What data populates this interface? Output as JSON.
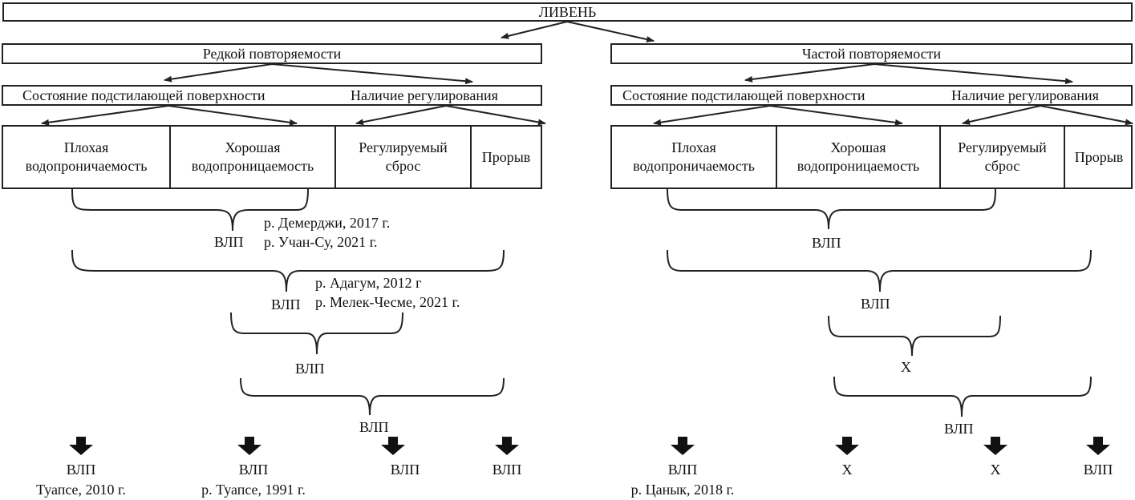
{
  "root": "ЛИВЕНЬ",
  "left": {
    "category": "Редкой повторяемости",
    "factor_surface": "Состояние подстилающей поверхности",
    "factor_regulation": "Наличие регулирования",
    "cells": {
      "bad": [
        "Плохая",
        "водопроничаемость"
      ],
      "good": [
        "Хорошая",
        "водопроницаемость"
      ],
      "regulated": [
        "Регулируемый",
        "сброс"
      ],
      "breach": "Прорыв"
    },
    "branches": [
      {
        "result": "ВЛП",
        "examples": [
          "р. Демерджи, 2017 г.",
          "р. Учан-Су, 2021 г."
        ]
      },
      {
        "result": "ВЛП",
        "examples": [
          "р. Адагум, 2012 г",
          "р. Мелек-Чесме, 2021 г."
        ]
      },
      {
        "result": "ВЛП"
      },
      {
        "result": "ВЛП"
      }
    ],
    "outcomes": [
      {
        "result": "ВЛП",
        "example": "Туапсе, 2010 г."
      },
      {
        "result": "ВЛП",
        "example": "р. Туапсе, 1991 г."
      },
      {
        "result": "ВЛП"
      },
      {
        "result": "ВЛП"
      }
    ]
  },
  "right": {
    "category": "Частой повторяемости",
    "factor_surface": "Состояние подстилающей поверхности",
    "factor_regulation": "Наличие регулирования",
    "cells": {
      "bad": [
        "Плохая",
        "водопроничаемость"
      ],
      "good": [
        "Хорошая",
        "водопроницаемость"
      ],
      "regulated": [
        "Регулируемый",
        "сброс"
      ],
      "breach": "Прорыв"
    },
    "branches": [
      {
        "result": "ВЛП"
      },
      {
        "result": "ВЛП"
      },
      {
        "result": "Х"
      },
      {
        "result": "ВЛП"
      }
    ],
    "outcomes": [
      {
        "result": "ВЛП",
        "example": "р. Цанык, 2018 г."
      },
      {
        "result": "Х"
      },
      {
        "result": "Х"
      },
      {
        "result": "ВЛП"
      }
    ]
  }
}
